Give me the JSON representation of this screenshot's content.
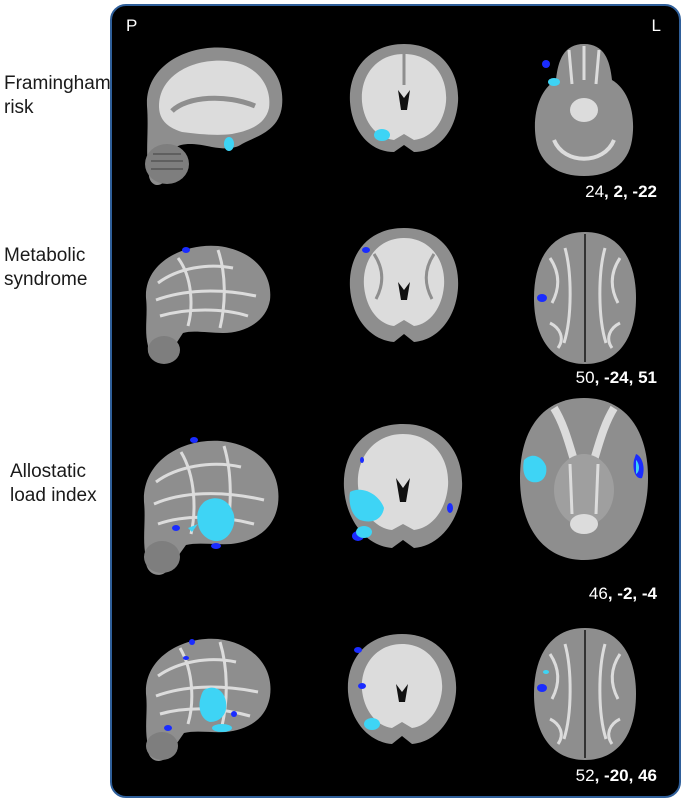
{
  "rows": [
    {
      "label": "Framingham\nrisk",
      "coord": {
        "x": "24",
        "y": "2",
        "z": "-22"
      }
    },
    {
      "label": "Metabolic\nsyndrome",
      "coord": {
        "x": "50",
        "y": "-24",
        "z": "51"
      }
    },
    {
      "label": "Allostatic\nload index",
      "coord": {
        "x": "46",
        "y": "-2",
        "z": "-4"
      }
    },
    {
      "label": "",
      "coord": {
        "x": "52",
        "y": "-20",
        "z": "46"
      }
    }
  ],
  "panel": {
    "left_marker": "P",
    "right_marker": "L"
  },
  "colors": {
    "panel_border": "#2f5f9a",
    "panel_bg": "#000000",
    "brain_tissue": "#9a9a9a",
    "white_matter": "#e2e2e2",
    "activation_light": "#3ed4f5",
    "activation_dark": "#1a2cff"
  },
  "views": [
    "sagittal",
    "coronal",
    "axial"
  ]
}
